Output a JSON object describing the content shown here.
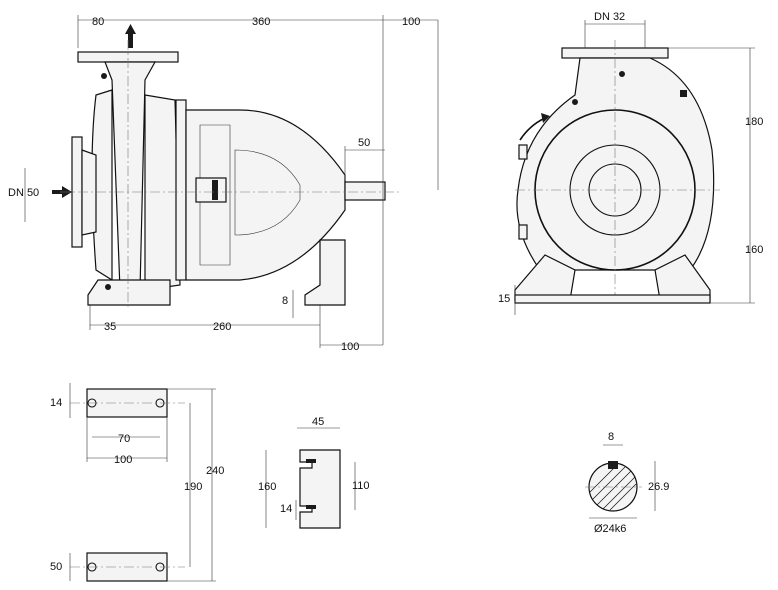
{
  "side_view": {
    "dim_flange_width": "80",
    "dim_total_length": "360",
    "dim_top_overhang": "100",
    "dim_shaft_extension": "50",
    "dim_foot_height": "8",
    "dim_foot_offset": "35",
    "dim_foot_spacing": "260",
    "dim_support_width": "100",
    "suction_label": "DN 50"
  },
  "front_view": {
    "discharge_label": "DN 32",
    "dim_upper_height": "180",
    "dim_lower_height": "160",
    "dim_base_thickness": "15"
  },
  "foot_plan": {
    "dim_slot_width": "14",
    "dim_hole_spacing": "70",
    "dim_foot_length": "100",
    "dim_foot_spacing": "190",
    "dim_overall_spacing": "240",
    "dim_bottom_foot_height": "50"
  },
  "support_detail": {
    "dim_width": "45",
    "dim_height": "160",
    "dim_hole_spacing": "110",
    "dim_slot": "14"
  },
  "shaft_section": {
    "dim_key_width": "8",
    "dim_key_height": "26.9",
    "dim_diameter": "Ø24k6"
  }
}
